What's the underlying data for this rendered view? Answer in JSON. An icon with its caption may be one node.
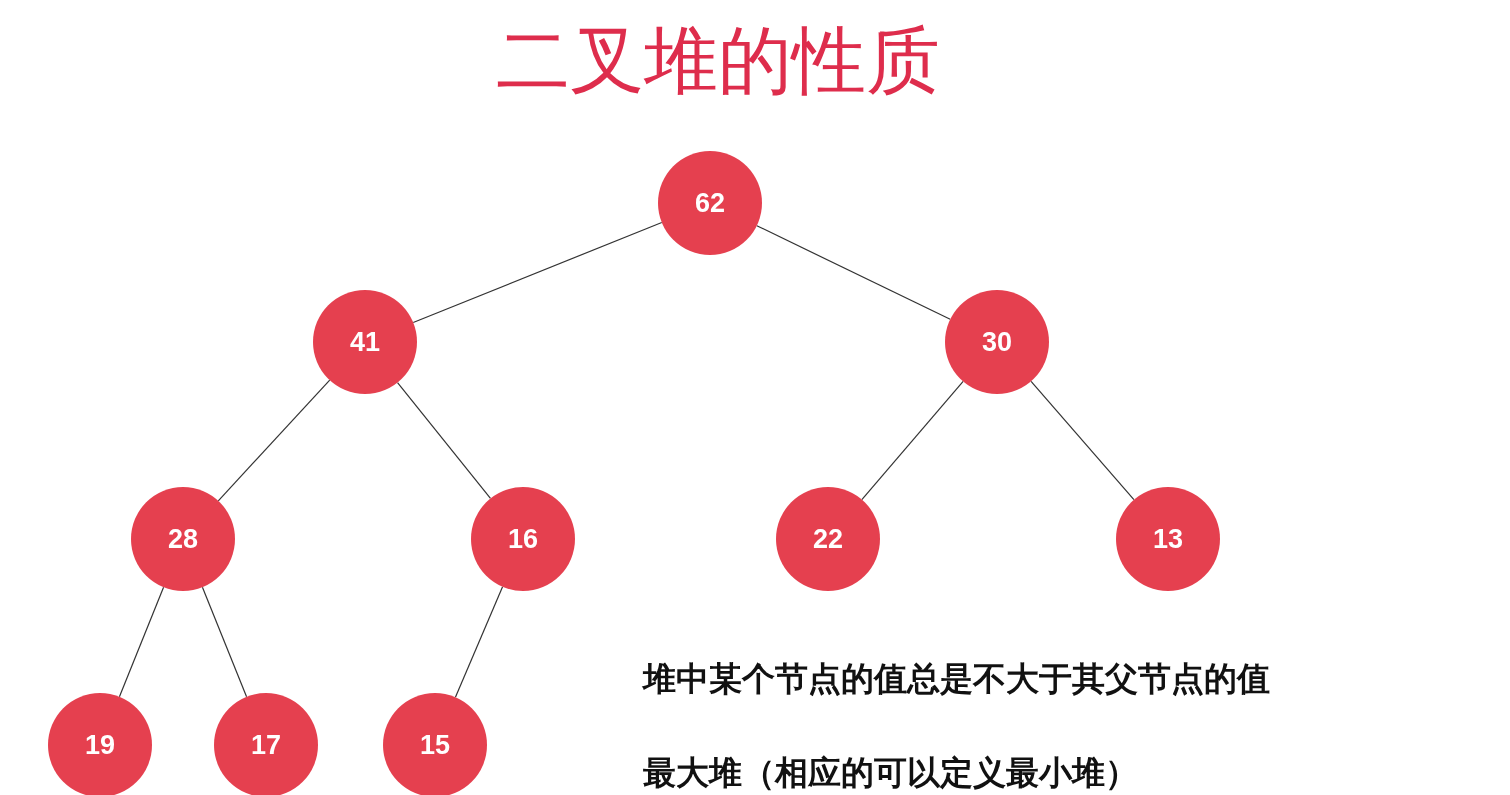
{
  "diagram": {
    "title": "二叉堆的性质",
    "nodes": [
      {
        "text": [
          "62"
        ]
      },
      {
        "text": [
          "41"
        ]
      },
      {
        "text": [
          "30"
        ]
      },
      {
        "text": [
          "28"
        ]
      },
      {
        "text": [
          "16"
        ]
      },
      {
        "text": [
          "22"
        ]
      },
      {
        "text": [
          "13"
        ]
      },
      {
        "text": [
          "19"
        ]
      },
      {
        "text": [
          "17"
        ]
      },
      {
        "text": [
          "15"
        ]
      }
    ],
    "edges": [
      {
        "from": 0,
        "to": 1,
        "arrow": "none"
      },
      {
        "from": 0,
        "to": 2,
        "arrow": "none"
      },
      {
        "from": 1,
        "to": 3,
        "arrow": "none"
      },
      {
        "from": 1,
        "to": 4,
        "arrow": "none"
      },
      {
        "from": 2,
        "to": 5,
        "arrow": "none"
      },
      {
        "from": 2,
        "to": 6,
        "arrow": "none"
      },
      {
        "from": 3,
        "to": 7,
        "arrow": "none"
      },
      {
        "from": 3,
        "to": 8,
        "arrow": "none"
      },
      {
        "from": 4,
        "to": 9,
        "arrow": "none"
      }
    ],
    "labels": [
      "堆中某个节点的值总是不大于其父节点的值",
      "最大堆（相应的可以定义最小堆）"
    ]
  }
}
